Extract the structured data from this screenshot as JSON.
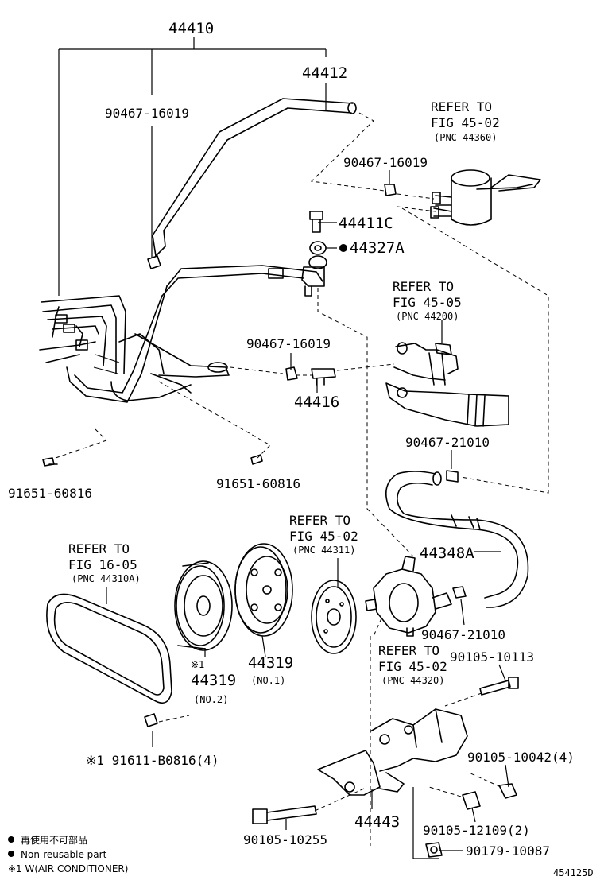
{
  "labels": {
    "p44410": "44410",
    "p44412": "44412",
    "clip_top_left": "90467-16019",
    "refer_reservoir_1": "REFER TO",
    "refer_reservoir_2": "FIG 45-02",
    "refer_reservoir_3": "(PNC 44360)",
    "clip_reservoir": "90467-16019",
    "p44411c": "44411C",
    "p44327a": "44327A",
    "refer_gear_1": "REFER TO",
    "refer_gear_2": "FIG 45-05",
    "refer_gear_3": "(PNC 44200)",
    "clip_mid": "90467-16019",
    "p44416": "44416",
    "bolt_left": "91651-60816",
    "bolt_mid": "91651-60816",
    "clip_hose": "90467-21010",
    "refer_belt_1": "REFER TO",
    "refer_belt_2": "FIG 16-05",
    "refer_belt_3": "(PNC 44310A)",
    "refer_pulley_1": "REFER TO",
    "refer_pulley_2": "FIG 45-02",
    "refer_pulley_3": "(PNC 44311)",
    "p44348a": "44348A",
    "clip_pump": "90467-21010",
    "refer_pump_1": "REFER TO",
    "refer_pump_2": "FIG 45-02",
    "refer_pump_3": "(PNC 44320)",
    "bolt_10113": "90105-10113",
    "mark_44319_no2": "※1",
    "p44319_no2": "44319",
    "no2": "(NO.2)",
    "p44319_no1": "44319",
    "no1": "(NO.1)",
    "bolt_b0816": "※1 91611-B0816(4)",
    "bolt_10042": "90105-10042(4)",
    "p44443": "44443",
    "bolt_10255": "90105-10255",
    "bolt_12109": "90105-12109(2)",
    "nut_10087": "90179-10087",
    "diagram_id": "454125D"
  },
  "legend": {
    "nonreusable_jp": "再使用不可部品",
    "nonreusable_en": "Non-reusable part",
    "note1": "※1 W(AIR CONDITIONER)"
  }
}
